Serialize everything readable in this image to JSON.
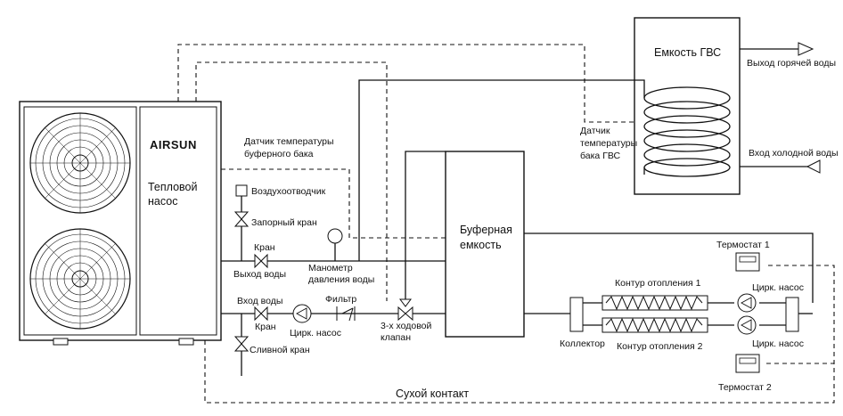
{
  "heat_pump": {
    "brand": "AIRSUN",
    "title_line1": "Тепловой",
    "title_line2": "насос"
  },
  "dhw_tank": {
    "title": "Емкость ГВС",
    "hot_water_out": "Выход горячей воды",
    "cold_water_in": "Вход холодной воды"
  },
  "sensors": {
    "dhw_line1": "Датчик",
    "dhw_line2": "температуры",
    "dhw_line3": "бака ГВС",
    "buffer_line1": "Датчик температуры",
    "buffer_line2": "буферного бака"
  },
  "buffer_tank": {
    "line1": "Буферная",
    "line2": "емкость"
  },
  "components": {
    "air_vent": "Воздухоотводчик",
    "shutoff_valve": "Запорный кран",
    "valve_out": "Кран",
    "water_out": "Выход воды",
    "water_in": "Вход воды",
    "valve_in": "Кран",
    "drain_valve": "Сливной кран",
    "pump": "Цирк. насос",
    "filter": "Фильтр",
    "gauge_line1": "Манометр",
    "gauge_line2": "давления воды",
    "three_way_line1": "3-х ходовой",
    "three_way_line2": "клапан"
  },
  "heating": {
    "collector": "Коллектор",
    "circuit1": "Контур отопления 1",
    "circuit2": "Контур отопления 2",
    "pump1": "Цирк. насос",
    "pump2": "Цирк. насос",
    "thermostat1": "Термостат 1",
    "thermostat2": "Термостат 2"
  },
  "dry_contact": "Сухой контакт"
}
